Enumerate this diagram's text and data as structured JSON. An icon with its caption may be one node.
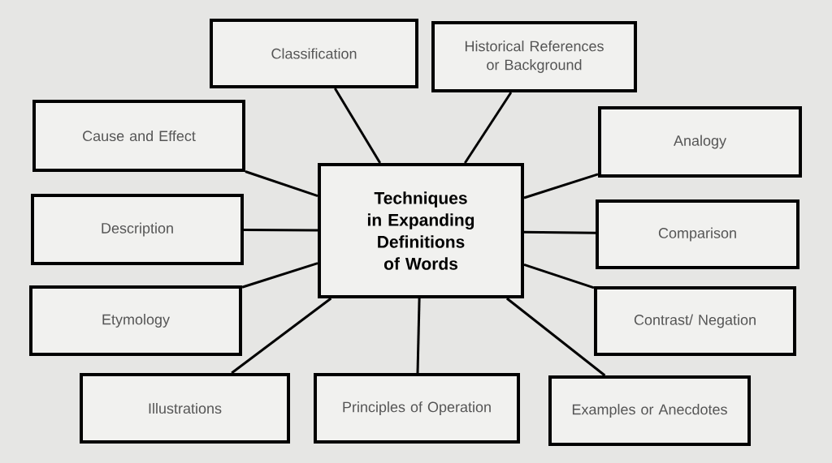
{
  "diagram": {
    "nodes": [
      {
        "text": [
          "Classification"
        ]
      },
      {
        "text": [
          "Historical References or Background"
        ]
      },
      {
        "text": [
          "Cause and Effect"
        ]
      },
      {
        "text": [
          "Analogy"
        ]
      },
      {
        "text": [
          "Techniques in Expanding Definitions of Words"
        ]
      },
      {
        "text": [
          "Description"
        ]
      },
      {
        "text": [
          "Comparison"
        ]
      },
      {
        "text": [
          "Etymology"
        ]
      },
      {
        "text": [
          "Contrast/ Negation"
        ]
      },
      {
        "text": [
          "Illustrations"
        ]
      },
      {
        "text": [
          "Principles of Operation"
        ]
      },
      {
        "text": [
          "Examples or Anecdotes"
        ]
      }
    ],
    "edges": [
      {
        "from": 4,
        "to": 0,
        "arrow": "none"
      },
      {
        "from": 4,
        "to": 1,
        "arrow": "none"
      },
      {
        "from": 4,
        "to": 2,
        "arrow": "none"
      },
      {
        "from": 4,
        "to": 3,
        "arrow": "none"
      },
      {
        "from": 4,
        "to": 5,
        "arrow": "none"
      },
      {
        "from": 4,
        "to": 6,
        "arrow": "none"
      },
      {
        "from": 4,
        "to": 7,
        "arrow": "none"
      },
      {
        "from": 4,
        "to": 8,
        "arrow": "none"
      },
      {
        "from": 4,
        "to": 9,
        "arrow": "none"
      },
      {
        "from": 4,
        "to": 10,
        "arrow": "none"
      },
      {
        "from": 4,
        "to": 11,
        "arrow": "none"
      }
    ]
  }
}
